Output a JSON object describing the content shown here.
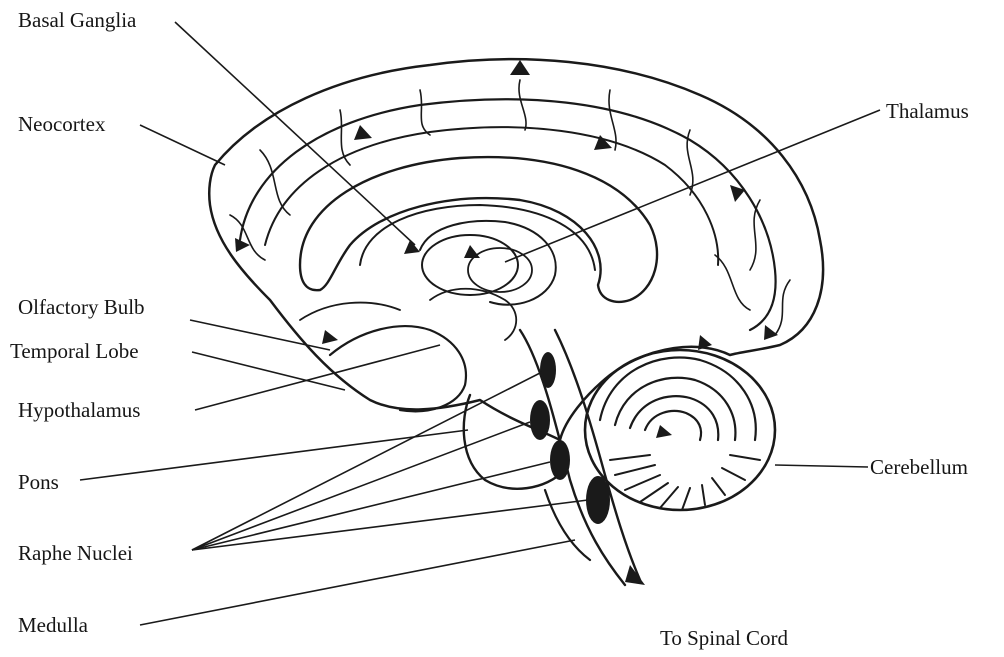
{
  "labels": {
    "basal_ganglia": "Basal Ganglia",
    "neocortex": "Neocortex",
    "thalamus": "Thalamus",
    "olfactory_bulb": "Olfactory Bulb",
    "temporal_lobe": "Temporal Lobe",
    "hypothalamus": "Hypothalamus",
    "pons": "Pons",
    "cerebellum": "Cerebellum",
    "raphe_nuclei": "Raphe Nuclei",
    "medulla": "Medulla",
    "to_spinal_cord": "To Spinal Cord"
  },
  "colors": {
    "ink": "#1a1a1a",
    "background": "#ffffff"
  }
}
